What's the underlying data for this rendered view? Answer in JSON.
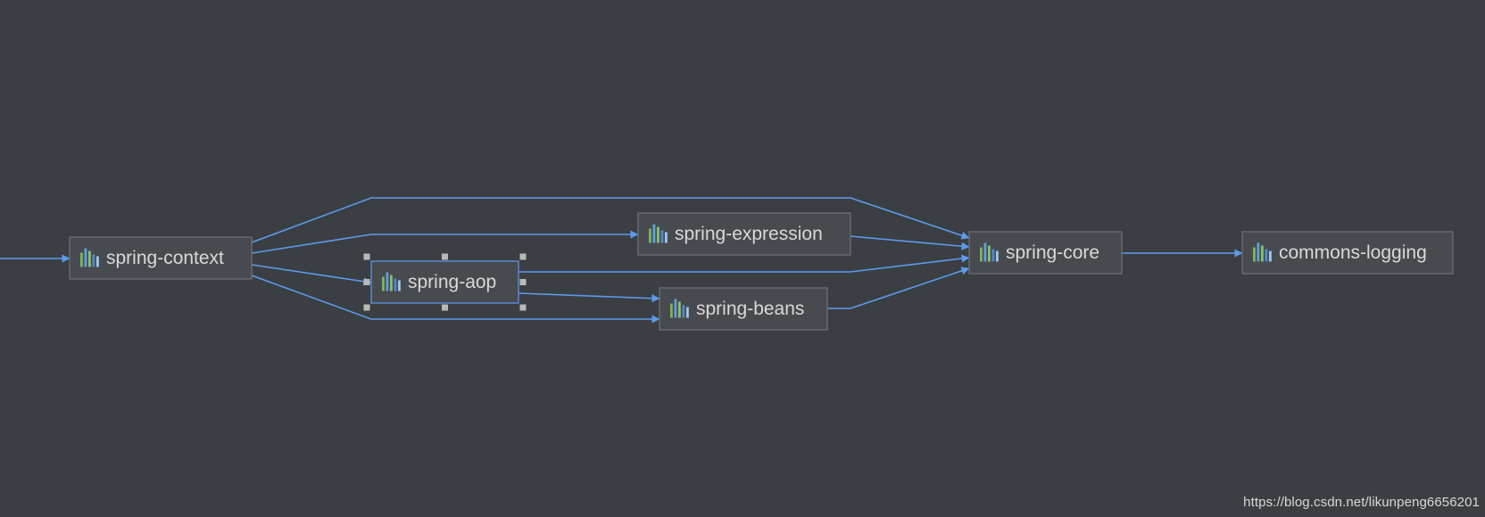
{
  "nodes": [
    {
      "id": "ctx",
      "label": "spring-context",
      "icon": "module-bars-icon"
    },
    {
      "id": "expr",
      "label": "spring-expression",
      "icon": "module-bars-icon"
    },
    {
      "id": "aop",
      "label": "spring-aop",
      "icon": "module-bars-icon",
      "selected": true
    },
    {
      "id": "beans",
      "label": "spring-beans",
      "icon": "module-bars-icon"
    },
    {
      "id": "core",
      "label": "spring-core",
      "icon": "module-bars-icon"
    },
    {
      "id": "log",
      "label": "commons-logging",
      "icon": "module-bars-icon"
    }
  ],
  "edges": [
    {
      "from": "external",
      "to": "ctx"
    },
    {
      "from": "ctx",
      "to": "core"
    },
    {
      "from": "ctx",
      "to": "expr"
    },
    {
      "from": "ctx",
      "to": "aop"
    },
    {
      "from": "ctx",
      "to": "beans"
    },
    {
      "from": "expr",
      "to": "core"
    },
    {
      "from": "aop",
      "to": "core"
    },
    {
      "from": "aop",
      "to": "beans"
    },
    {
      "from": "beans",
      "to": "core"
    },
    {
      "from": "core",
      "to": "log"
    }
  ],
  "colors": {
    "background": "#3b3f43",
    "node_fill": "#474a4f",
    "edge": "#5c9bed",
    "icon_bars": [
      "#7fb35e",
      "#5fa3d8",
      "#8bc06b",
      "#4e8ad0",
      "#a0c8e8"
    ]
  },
  "watermark": "https://blog.csdn.net/likunpeng6656201"
}
